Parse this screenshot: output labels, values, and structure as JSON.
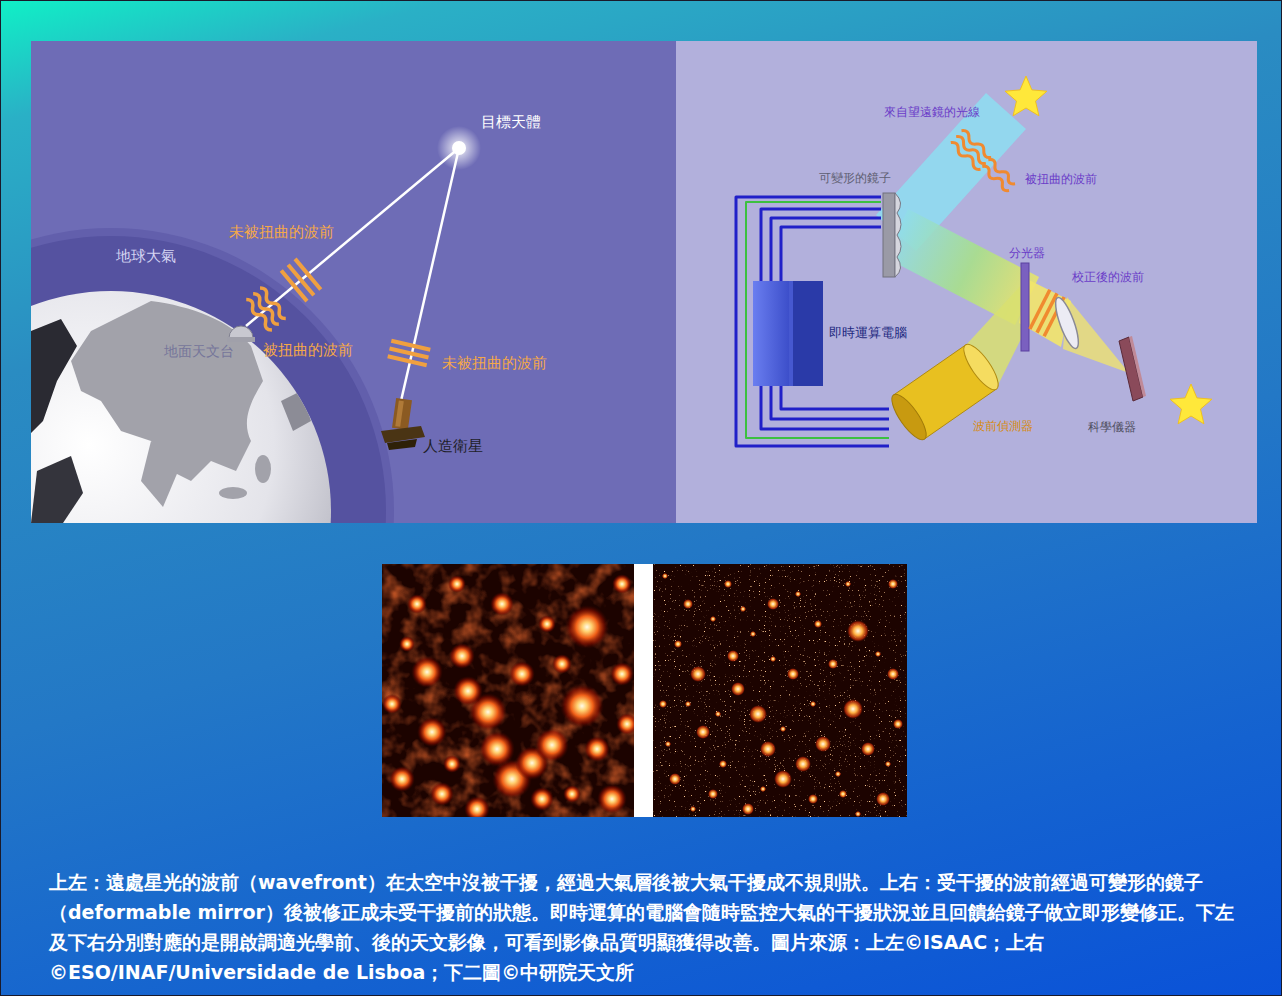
{
  "diagram": {
    "caption": "上左：遠處星光的波前（wavefront）在太空中沒被干擾，經過大氣層後被大氣干擾成不規則狀。上右：受干擾的波前經過可變形的鏡子（deformable mirror）後被修正成未受干擾前的狀態。即時運算的電腦會隨時監控大氣的干擾狀況並且回饋給鏡子做立即形變修正。下左及下右分別對應的是開啟調適光學前、後的天文影像，可看到影像品質明顯獲得改善。圖片來源：上左©ISAAC；上右©ESO/INAF/Universidade de Lisboa；下二圖©中研院天文所",
    "nodes": [
      {
        "text": [
          "即時運算電腦"
        ]
      },
      {
        "text": [
          "可變形的鏡子"
        ]
      },
      {
        "text": [
          "波前偵測器"
        ]
      }
    ],
    "edges": [
      {
        "from": 0,
        "to": 1,
        "arrow": "none"
      },
      {
        "from": 0,
        "to": 2,
        "arrow": "none"
      },
      {
        "from": 1,
        "to": 2,
        "arrow": "none"
      }
    ],
    "labels": [
      "目標天體",
      "地球大氣",
      "未被扭曲的波前",
      "地面天文台",
      "被扭曲的波前",
      "未被扭曲的波前",
      "人造衛星",
      "來自望遠鏡的光線",
      "被扭曲的波前",
      "分光器",
      "校正後的波前",
      "科學儀器"
    ]
  }
}
